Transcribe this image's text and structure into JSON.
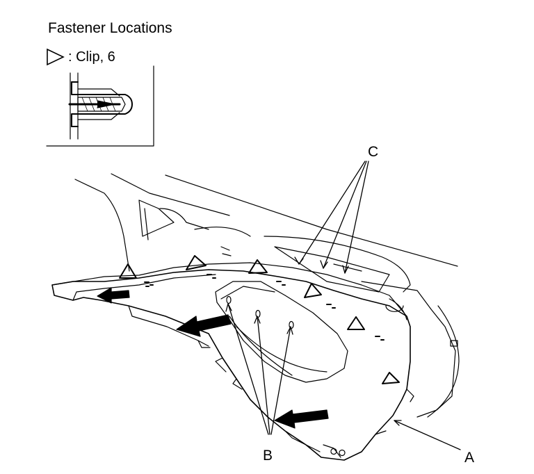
{
  "title": "Fastener Locations",
  "legend": {
    "symbol": "triangle",
    "text": ": Clip, 6"
  },
  "callouts": {
    "a": "A",
    "b": "B",
    "c": "C"
  },
  "colors": {
    "line": "#000000",
    "background": "#ffffff",
    "arrow_fill": "#000000"
  }
}
